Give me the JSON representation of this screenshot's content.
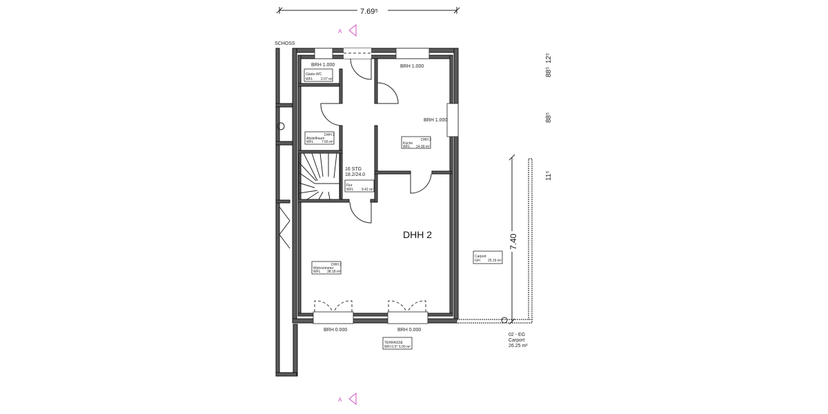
{
  "plan": {
    "top_dimension": "7.69⁵",
    "floor_label": "SCHOSS",
    "unit_label": "DHH 2",
    "section_marker": "A",
    "brh_labels": [
      "BRH 1.000",
      "BRH 1.000",
      "BRH 1.000",
      "BRH 0.000",
      "BRH 0.000"
    ],
    "stair": {
      "steps": "16 STG",
      "ratio": "18.2/24.0"
    },
    "rooms": [
      {
        "unit": "",
        "name": "Gäste-WC",
        "type": "WFL",
        "area": "2.07 m²"
      },
      {
        "unit": "DHH 2",
        "name": "Abstellraum",
        "type": "WFL",
        "area": "7.66 m²"
      },
      {
        "unit": "DHH 2",
        "name": "Küche",
        "type": "WFL",
        "area": "14.99 m²"
      },
      {
        "unit": "",
        "name": "Flur",
        "type": "WFL",
        "area": "9.41 m²"
      },
      {
        "unit": "DHH 2",
        "name": "Wohnzimmer",
        "type": "WFL",
        "area": "38.18 m²"
      },
      {
        "unit": "",
        "name": "Carport",
        "type": "GFl",
        "area": "25.16 m²"
      },
      {
        "unit": "",
        "name": "TERRASSE",
        "type": "WFl 0.5*",
        "area": "6.00 m²"
      }
    ],
    "carport_dimension": "7.40",
    "carport_tag": {
      "line1": "02 - EG",
      "line2": "Carport",
      "line3": "26.25 m²"
    },
    "side_dimensions": [
      "88⁵",
      "12⁵",
      "88⁵",
      "11⁵"
    ],
    "colors": {
      "wall": "#5a5a5a",
      "section_marker": "#d050c0"
    }
  }
}
